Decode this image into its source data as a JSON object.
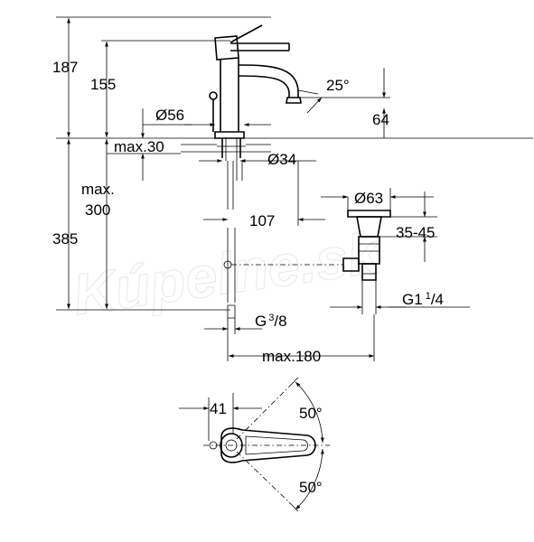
{
  "watermark": "Kúpelne.sk",
  "front_view": {
    "dimensions": {
      "height_187": "187",
      "height_155": "155",
      "angle_25": "25°",
      "dim_64": "64",
      "diameter_56": "Ø56",
      "max_30": "max.30",
      "diameter_34": "Ø34",
      "max_300_line1": "max.",
      "max_300_line2": "300",
      "dim_107": "107",
      "diameter_63": "Ø63",
      "range_35_45": "35-45",
      "height_385": "385",
      "thread_g1": "G1",
      "thread_g1_num": "1",
      "thread_g1_den": "/4",
      "thread_g38": "G",
      "thread_g38_num": "3",
      "thread_g38_den": "/8",
      "max_180": "max.180"
    }
  },
  "top_view": {
    "dimensions": {
      "dim_41": "41",
      "angle_top": "50°",
      "angle_bottom": "50°"
    }
  }
}
